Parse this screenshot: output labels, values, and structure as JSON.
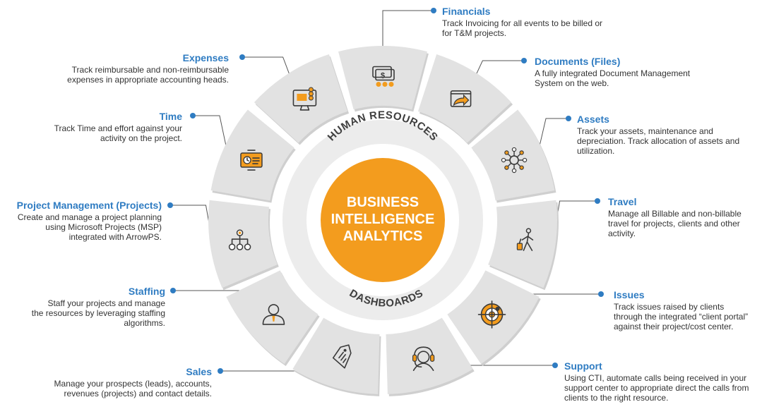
{
  "center": {
    "line1": "BUSINESS",
    "line2": "INTELLIGENCE",
    "line3": "ANALYTICS",
    "top_arc": "HUMAN RESOURCES",
    "bottom_arc": "DASHBOARDS"
  },
  "colors": {
    "accent_orange": "#f39c1e",
    "title_blue": "#2f7cc2",
    "segment_gray": "#e2e2e2",
    "ring_gray": "#ececec",
    "icon_dark": "#3a3a3a"
  },
  "modules": [
    {
      "title": "Financials",
      "desc": "Track Invoicing for all events to be billed or\nfor T&M projects.",
      "icon": "money-bills-icon"
    },
    {
      "title": "Documents (Files)",
      "desc": "A fully integrated Document Management\nSystem on the web.",
      "icon": "document-share-icon"
    },
    {
      "title": "Assets",
      "desc": "Track your assets, maintenance and\ndepreciation. Track allocation of assets and\nutilization.",
      "icon": "asset-network-icon"
    },
    {
      "title": "Travel",
      "desc": "Manage all Billable and non-billable\ntravel for projects, clients and other\nactivity.",
      "icon": "traveler-luggage-icon"
    },
    {
      "title": "Issues",
      "desc": "Track issues raised by clients\nthrough the integrated “client portal”\nagainst their project/cost center.",
      "icon": "target-icon"
    },
    {
      "title": "Support",
      "desc": "Using CTI, automate calls being received in your\nsupport center to appropriate direct the calls from\nclients to the right resource.",
      "icon": "headset-support-icon"
    },
    {
      "title": "Sales",
      "desc": "Manage your prospects (leads), accounts,\nrevenues (projects) and contact details.",
      "icon": "price-tag-icon"
    },
    {
      "title": "Staffing",
      "desc": "Staff your projects and manage\nthe resources by leveraging staffing\nalgorithms.",
      "icon": "person-icon"
    },
    {
      "title": "Project Management (Projects)",
      "desc": "Create and manage a project planning\nusing Microsoft Projects (MSP)\nintegrated with ArrowPS.",
      "icon": "hierarchy-icon"
    },
    {
      "title": "Time",
      "desc": "Track Time and effort against your\nactivity on the project.",
      "icon": "timesheet-icon"
    },
    {
      "title": "Expenses",
      "desc": "Track reimbursable and non-reimbursable\nexpenses in appropriate accounting heads.",
      "icon": "expense-monitor-icon"
    }
  ]
}
